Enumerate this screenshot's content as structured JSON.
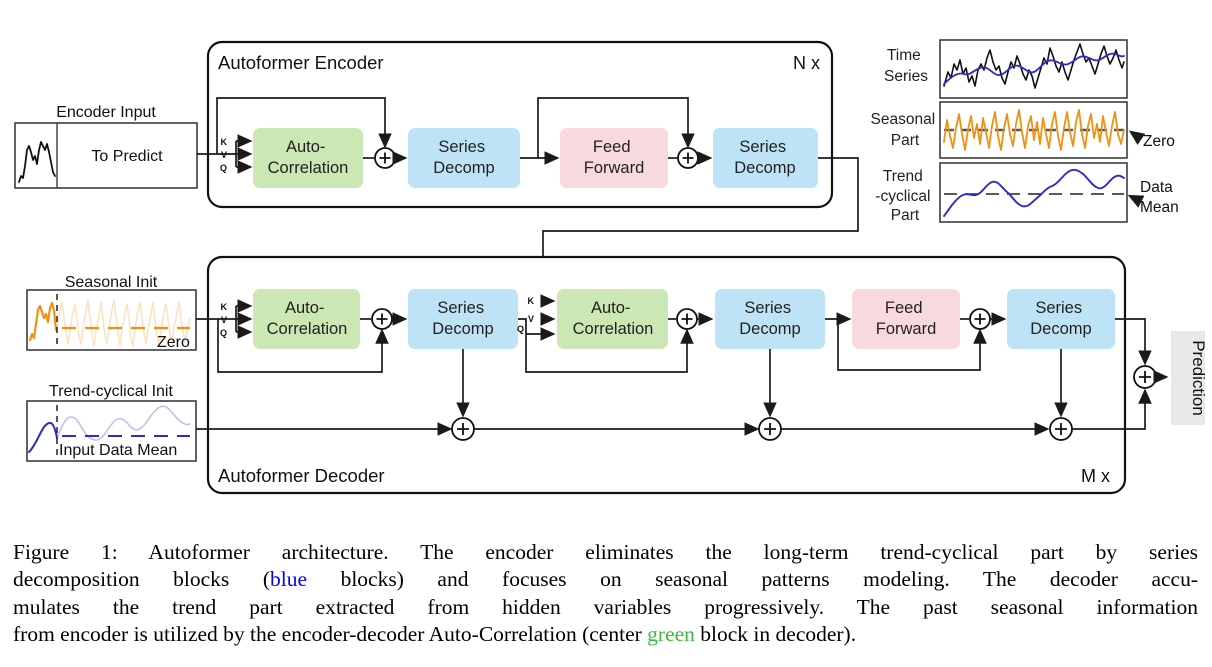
{
  "colors": {
    "block_green": "#cbe7b4",
    "block_blue": "#bfe3f6",
    "block_pink": "#f8d9de",
    "wire": "#1a1a1a",
    "seasonal_orange": "#f29111",
    "series_blue": "#2b2bd0",
    "caption_blue": "#0000ff",
    "caption_green": "#3dbb3d",
    "prediction_bg": "#e8e8e8"
  },
  "encoder_input": {
    "label": "Encoder Input",
    "to_predict": "To Predict"
  },
  "kvq": {
    "k": "K",
    "v": "V",
    "q": "Q"
  },
  "encoder": {
    "title": "Autoformer Encoder",
    "repeat": "N x",
    "blocks": [
      {
        "l1": "Auto-",
        "l2": "Correlation"
      },
      {
        "l1": "Series",
        "l2": "Decomp"
      },
      {
        "l1": "Feed",
        "l2": "Forward"
      },
      {
        "l1": "Series",
        "l2": "Decomp"
      }
    ]
  },
  "panels": {
    "time_series": {
      "label_l1": "Time",
      "label_l2": "Series"
    },
    "seasonal": {
      "label_l1": "Seasonal",
      "label_l2": "Part",
      "annotation": "Zero"
    },
    "trend": {
      "label_l1": "Trend",
      "label_l2": "-cyclical",
      "label_l3": "Part",
      "annotation_l1": "Data",
      "annotation_l2": "Mean"
    }
  },
  "decoder": {
    "title": "Autoformer Decoder",
    "repeat": "M x",
    "seasonal_init": {
      "label": "Seasonal Init",
      "annotation": "Zero"
    },
    "trend_init": {
      "label": "Trend-cyclical Init",
      "annotation": "Input Data Mean"
    },
    "blocks": [
      {
        "l1": "Auto-",
        "l2": "Correlation"
      },
      {
        "l1": "Series",
        "l2": "Decomp"
      },
      {
        "l1": "Auto-",
        "l2": "Correlation"
      },
      {
        "l1": "Series",
        "l2": "Decomp"
      },
      {
        "l1": "Feed",
        "l2": "Forward"
      },
      {
        "l1": "Series",
        "l2": "Decomp"
      }
    ]
  },
  "prediction_label": "Prediction",
  "caption": {
    "line1": "Figure 1: Autoformer architecture. The encoder eliminates the long-term trend-cyclical part by series",
    "line2a": "decomposition blocks (",
    "word_blue": "blue",
    "line2b": " blocks) and focuses on seasonal patterns modeling. The decoder accu-",
    "line3": "mulates the trend part extracted from hidden variables progressively. The past seasonal information",
    "line4a": "from encoder is utilized by the encoder-decoder Auto-Correlation (center ",
    "word_green": "green",
    "line4b": " block in decoder)."
  }
}
